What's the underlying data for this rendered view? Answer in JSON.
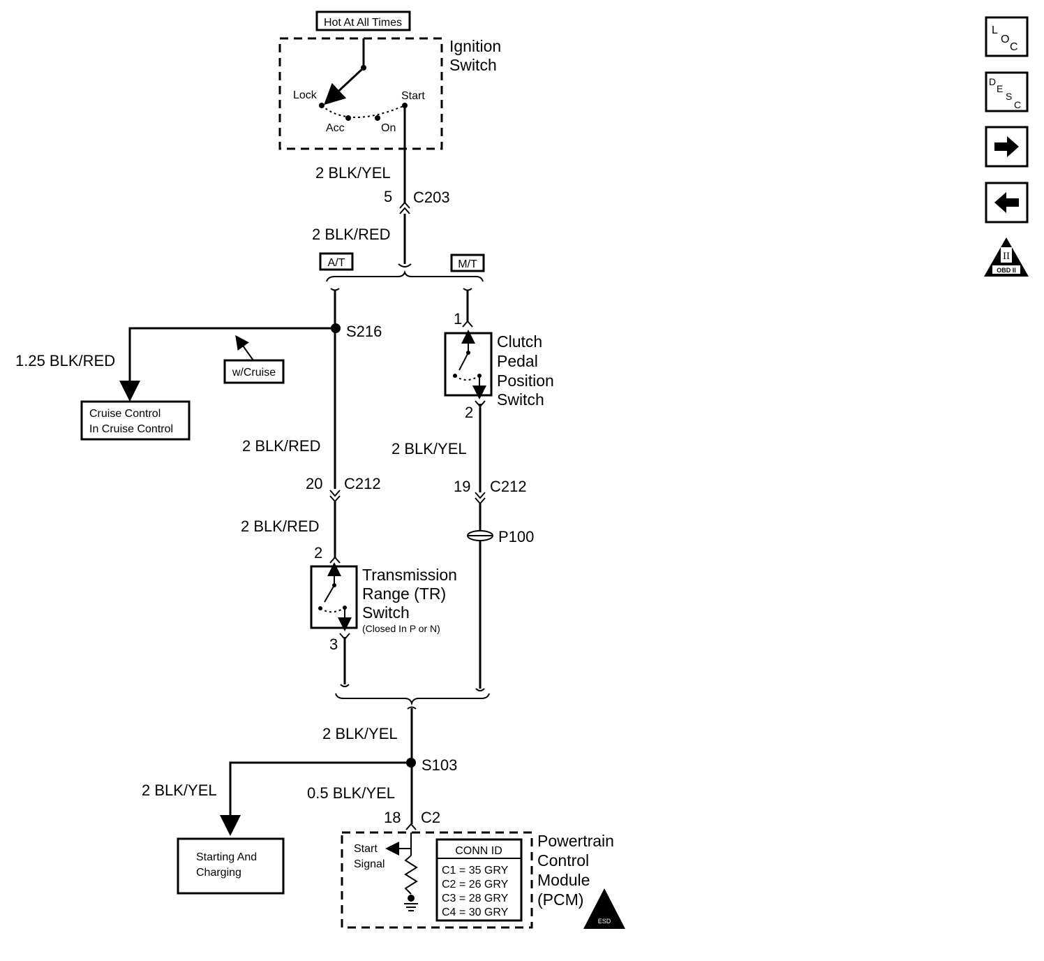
{
  "top_label": "Hot At All Times",
  "ignition": {
    "title_line1": "Ignition",
    "title_line2": "Switch",
    "positions": {
      "lock": "Lock",
      "acc": "Acc",
      "on": "On",
      "start": "Start"
    }
  },
  "wires": {
    "w_ign_out": "2 BLK/YEL",
    "c203_pin": "5",
    "c203": "C203",
    "w_after_c203": "2 BLK/RED",
    "w_cruise": "1.25 BLK/RED",
    "w_at_mid": "2 BLK/RED",
    "w_at_low": "2 BLK/RED",
    "w_mt_mid": "2 BLK/YEL",
    "w_combined": "2 BLK/YEL",
    "w_start_charge": "2 BLK/YEL",
    "w_pcm": "0.5 BLK/YEL"
  },
  "options": {
    "at": "A/T",
    "mt": "M/T",
    "cruise": "w/Cruise"
  },
  "splices": {
    "s216": "S216",
    "s103": "S103"
  },
  "cruise_box": {
    "line1": "Cruise Control",
    "line2": "In Cruise Control"
  },
  "clutch": {
    "pin_in": "1",
    "pin_out": "2",
    "line1": "Clutch",
    "line2": "Pedal",
    "line3": "Position",
    "line4": "Switch"
  },
  "c212_at": {
    "pin": "20",
    "name": "C212"
  },
  "c212_mt": {
    "pin": "19",
    "name": "C212"
  },
  "p100": "P100",
  "tr": {
    "pin_in": "2",
    "pin_out": "3",
    "line1": "Transmission",
    "line2": "Range (TR)",
    "line3": "Switch",
    "note": "(Closed In P or N)"
  },
  "pcm": {
    "pin": "18",
    "conn": "C2",
    "signal_line1": "Start",
    "signal_line2": "Signal",
    "conn_id_title": "CONN ID",
    "conn_ids": [
      "C1 = 35 GRY",
      "C2 = 26 GRY",
      "C3 = 28 GRY",
      "C4 = 30 GRY"
    ],
    "line1": "Powertrain",
    "line2": "Control",
    "line3": "Module",
    "line4": "(PCM)"
  },
  "start_box": {
    "line1": "Starting And",
    "line2": "Charging"
  },
  "nav": {
    "loc": {
      "a": "L",
      "b": "O",
      "c": "C"
    },
    "desc": {
      "a": "D",
      "b": "E",
      "c": "S",
      "d": "C"
    },
    "obd_label": "OBD II",
    "obd_mark": "II",
    "esd_mark": "ESD"
  }
}
